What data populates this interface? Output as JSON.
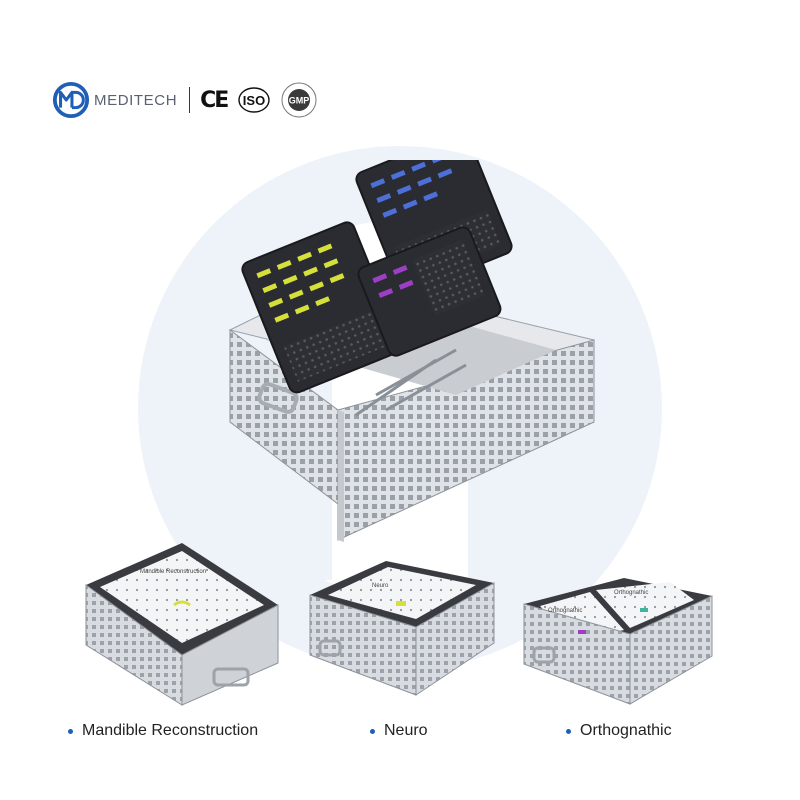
{
  "brand": {
    "name": "MEDITECH",
    "logo_letters": "MD"
  },
  "certifications": [
    {
      "name": "ce-mark",
      "label": "CE"
    },
    {
      "name": "iso-mark",
      "label": "ISO"
    },
    {
      "name": "gmp-mark",
      "label": "GMP"
    }
  ],
  "products": [
    {
      "caption": "Mandible Reconstruction",
      "tray_label": "Mandible Reconstruction"
    },
    {
      "caption": "Neuro",
      "tray_label": "Neuro"
    },
    {
      "caption": "Orthognathic",
      "tray_label": "Orthognathic"
    }
  ],
  "colors": {
    "brand_blue": "#1f5fb8",
    "watermark": "#eef2f9",
    "tray_dark": "#2d2d33",
    "metal": "#d9dce0"
  }
}
